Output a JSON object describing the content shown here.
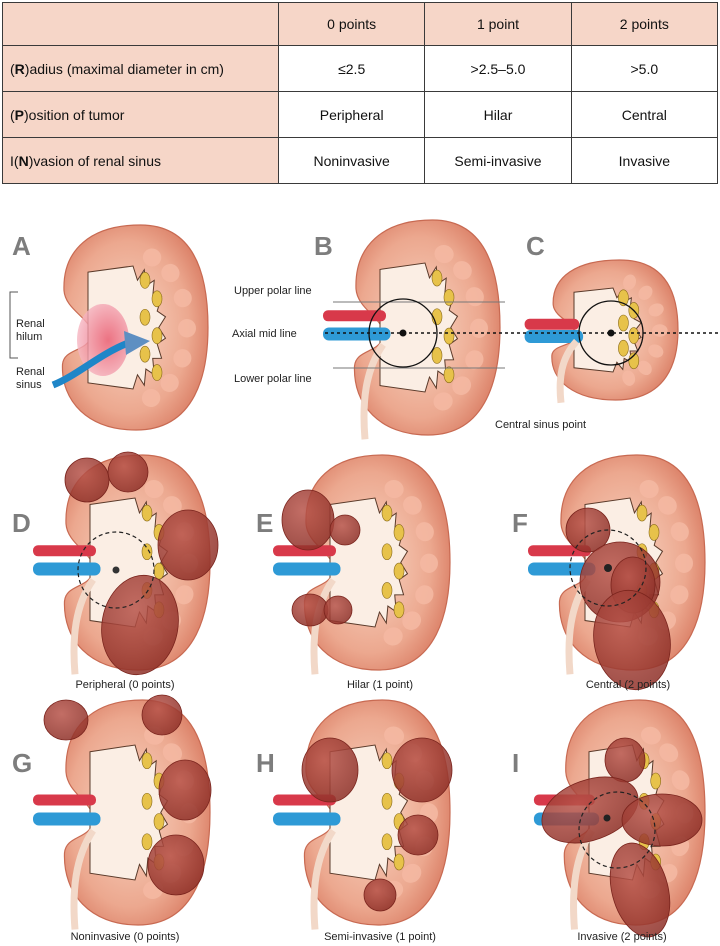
{
  "table": {
    "header": [
      "",
      "0 points",
      "1 point",
      "2 points"
    ],
    "rows": [
      {
        "label_pre": "(",
        "label_bold": "R",
        "label_post": ")adius (maximal  diameter in cm)",
        "cells": [
          "≤2.5",
          ">2.5–5.0",
          ">5.0"
        ]
      },
      {
        "label_pre": "(",
        "label_bold": "P",
        "label_post": ")osition of tumor",
        "cells": [
          "Peripheral",
          "Hilar",
          "Central"
        ]
      },
      {
        "label_pre": "I(",
        "label_bold": "N",
        "label_post": ")vasion of renal sinus",
        "cells": [
          "Noninvasive",
          "Semi-invasive",
          "Invasive"
        ]
      }
    ]
  },
  "panels": {
    "letters": [
      "A",
      "B",
      "C",
      "D",
      "E",
      "F",
      "G",
      "H",
      "I"
    ],
    "a_labels": {
      "hilum": "Renal\nhilum",
      "sinus": "Renal\nsinus"
    },
    "b_labels": {
      "upper": "Upper polar line",
      "axial": "Axial mid line",
      "lower": "Lower polar line"
    },
    "c_label": "Central sinus point",
    "captions": {
      "D": "Peripheral (0 points)",
      "E": "Hilar (1 point)",
      "F": "Central (2 points)",
      "G": "Noninvasive (0 points)",
      "H": "Semi-invasive (1 point)",
      "I": "Invasive (2 points)"
    }
  },
  "colors": {
    "table_shade": "#f6d6c8",
    "kidney_outer": "#e79a83",
    "kidney_inner": "#f7cdb9",
    "sinus": "#fbeee4",
    "tumor": "#9e3a30",
    "artery": "#d8394a",
    "vein": "#2e9ad6",
    "fat": "#e7c24a",
    "letter": "#7d7d7d"
  }
}
